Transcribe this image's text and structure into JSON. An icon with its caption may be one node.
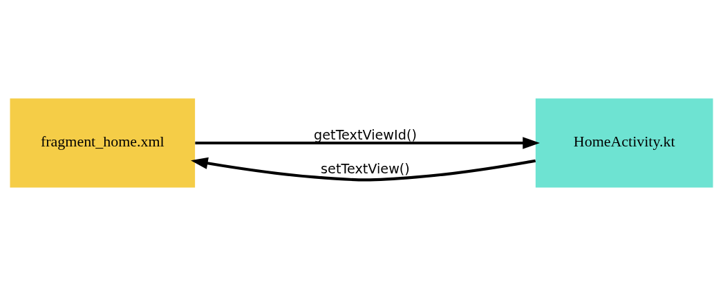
{
  "diagram": {
    "nodes": [
      {
        "text": [
          "fragment_home.xml"
        ]
      },
      {
        "text": [
          "HomeActivity.kt"
        ]
      }
    ],
    "edges": [
      {
        "from": 0,
        "to": 1,
        "arrow": "to",
        "label": "getTextViewId()"
      },
      {
        "from": 1,
        "to": 0,
        "arrow": "to",
        "label": "setTextView()"
      }
    ]
  }
}
